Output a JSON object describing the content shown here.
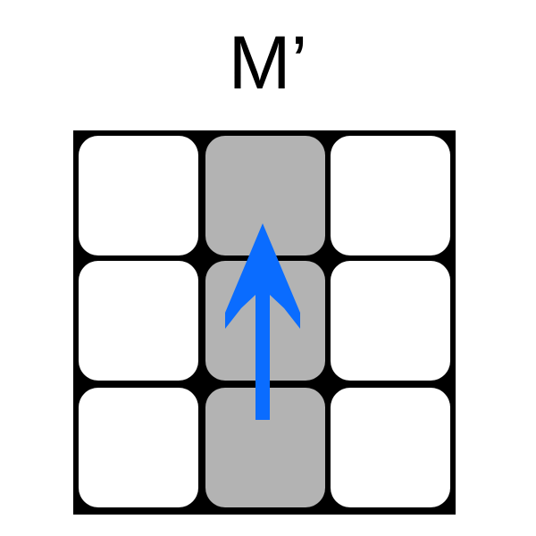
{
  "move_notation": "M’",
  "grid": {
    "rows": 3,
    "cols": 3,
    "faces": [
      [
        "white",
        "gray",
        "white"
      ],
      [
        "white",
        "gray",
        "white"
      ],
      [
        "white",
        "gray",
        "white"
      ]
    ]
  },
  "arrow": {
    "direction": "up",
    "column": 1
  },
  "colors": {
    "frame": "#000000",
    "white": "#ffffff",
    "gray": "#b3b3b3",
    "arrow": "#0a6cff"
  }
}
